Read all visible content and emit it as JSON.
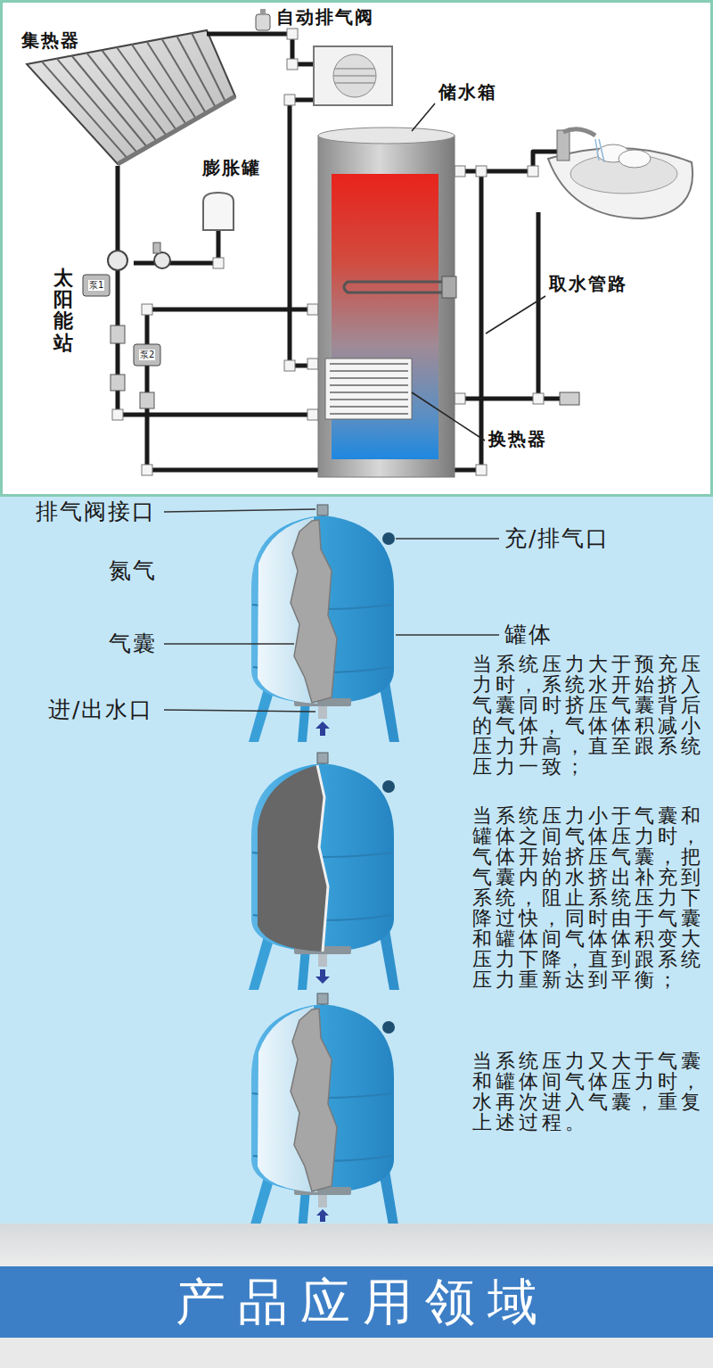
{
  "diagram": {
    "nodes": [
      {
        "text": [
          "产品应用领域"
        ]
      }
    ],
    "labels": [
      "集热器",
      "自动排气阀",
      "储水箱",
      "膨胀罐",
      "太阳能站",
      "泵1",
      "泵2",
      "取水管路",
      "换热器",
      "排气阀接口",
      "充/排气口",
      "氮气",
      "气囊",
      "罐体",
      "进/出水口",
      "当系统压力大于预充压力时，系统水开始挤入气囊同时挤压气囊背后的气体，气体体积减小压力升高，直至跟系统压力一致；",
      "当系统压力小于气囊和罐体之间气体压力时，气体开始挤压气囊，把气囊内的水挤出补充到系统，阻止系统压力下降过快，同时由于气囊和罐体间气体体积变大压力下降，直到跟系统压力重新达到平衡；",
      "当系统压力又大于气囊和罐体间气体压力时，水再次进入气囊，重复上述过程。"
    ]
  }
}
